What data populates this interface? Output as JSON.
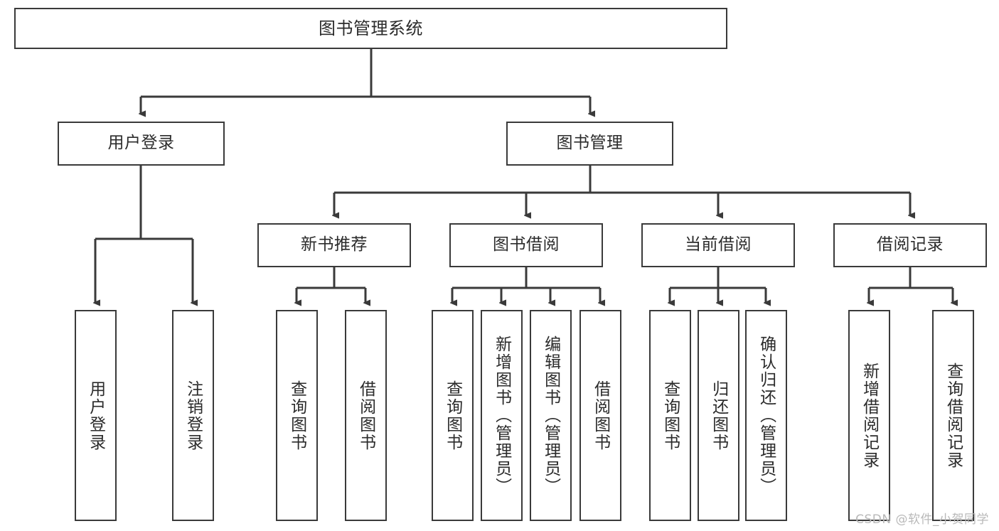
{
  "diagram": {
    "type": "tree-hierarchy",
    "title": "图书管理系统",
    "orientation": "top-down",
    "colors": {
      "box_border": "#3a3a3a",
      "box_fill": "#ffffff",
      "connector": "#3a3a3a",
      "text": "#2b2b2b",
      "watermark": "#b9b9b9",
      "background": "#ffffff"
    },
    "watermark": "CSDN @软件_小贺同学",
    "levels": {
      "root": {
        "label": "图书管理系统"
      },
      "level2": [
        {
          "id": "user-login",
          "label": "用户登录"
        },
        {
          "id": "book-manage",
          "label": "图书管理"
        }
      ],
      "level3": [
        {
          "id": "new-book-recommend",
          "label": "新书推荐",
          "parent": "book-manage"
        },
        {
          "id": "book-borrow",
          "label": "图书借阅",
          "parent": "book-manage"
        },
        {
          "id": "current-borrow",
          "label": "当前借阅",
          "parent": "book-manage"
        },
        {
          "id": "borrow-record",
          "label": "借阅记录",
          "parent": "book-manage"
        }
      ],
      "leaves": [
        {
          "id": "leaf-user-login",
          "label": "用户登录",
          "parent": "user-login"
        },
        {
          "id": "leaf-logout-login",
          "label": "注销登录",
          "parent": "user-login"
        },
        {
          "id": "leaf-query-book-1",
          "label": "查询图书",
          "parent": "new-book-recommend"
        },
        {
          "id": "leaf-borrow-book-1",
          "label": "借阅图书",
          "parent": "new-book-recommend"
        },
        {
          "id": "leaf-query-book-2",
          "label": "查询图书",
          "parent": "book-borrow"
        },
        {
          "id": "leaf-add-book",
          "label": "新增图书（管理员）",
          "parent": "book-borrow"
        },
        {
          "id": "leaf-edit-book",
          "label": "编辑图书（管理员）",
          "parent": "book-borrow"
        },
        {
          "id": "leaf-borrow-book-2",
          "label": "借阅图书",
          "parent": "book-borrow"
        },
        {
          "id": "leaf-query-book-3",
          "label": "查询图书",
          "parent": "current-borrow"
        },
        {
          "id": "leaf-return-book",
          "label": "归还图书",
          "parent": "current-borrow"
        },
        {
          "id": "leaf-confirm-return",
          "label": "确认归还（管理员）",
          "parent": "current-borrow"
        },
        {
          "id": "leaf-add-record",
          "label": "新增借阅记录",
          "parent": "borrow-record"
        },
        {
          "id": "leaf-query-record",
          "label": "查询借阅记录",
          "parent": "borrow-record"
        }
      ]
    }
  }
}
